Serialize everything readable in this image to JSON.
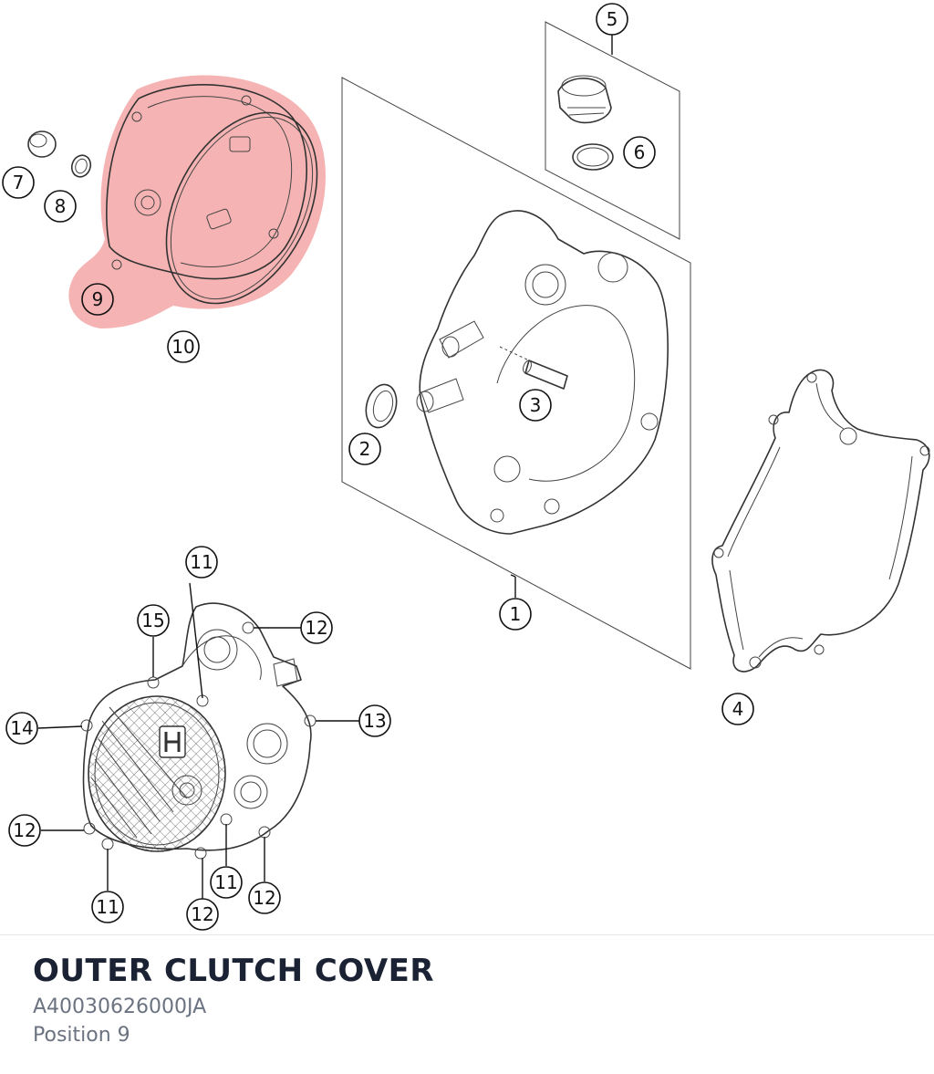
{
  "diagram": {
    "highlight_color": "#f08080",
    "callouts": [
      {
        "id": "c1",
        "label": "1"
      },
      {
        "id": "c2",
        "label": "2"
      },
      {
        "id": "c3",
        "label": "3"
      },
      {
        "id": "c4",
        "label": "4"
      },
      {
        "id": "c5",
        "label": "5"
      },
      {
        "id": "c6",
        "label": "6"
      },
      {
        "id": "c7",
        "label": "7"
      },
      {
        "id": "c8",
        "label": "8"
      },
      {
        "id": "c9",
        "label": "9"
      },
      {
        "id": "c10",
        "label": "10"
      },
      {
        "id": "c11a",
        "label": "11"
      },
      {
        "id": "c11b",
        "label": "11"
      },
      {
        "id": "c11c",
        "label": "11"
      },
      {
        "id": "c12a",
        "label": "12"
      },
      {
        "id": "c12b",
        "label": "12"
      },
      {
        "id": "c12c",
        "label": "12"
      },
      {
        "id": "c12d",
        "label": "12"
      },
      {
        "id": "c13",
        "label": "13"
      },
      {
        "id": "c14",
        "label": "14"
      },
      {
        "id": "c15",
        "label": "15"
      }
    ]
  },
  "caption": {
    "title": "OUTER CLUTCH COVER",
    "part_number": "A40030626000JA",
    "position": "Position 9"
  }
}
